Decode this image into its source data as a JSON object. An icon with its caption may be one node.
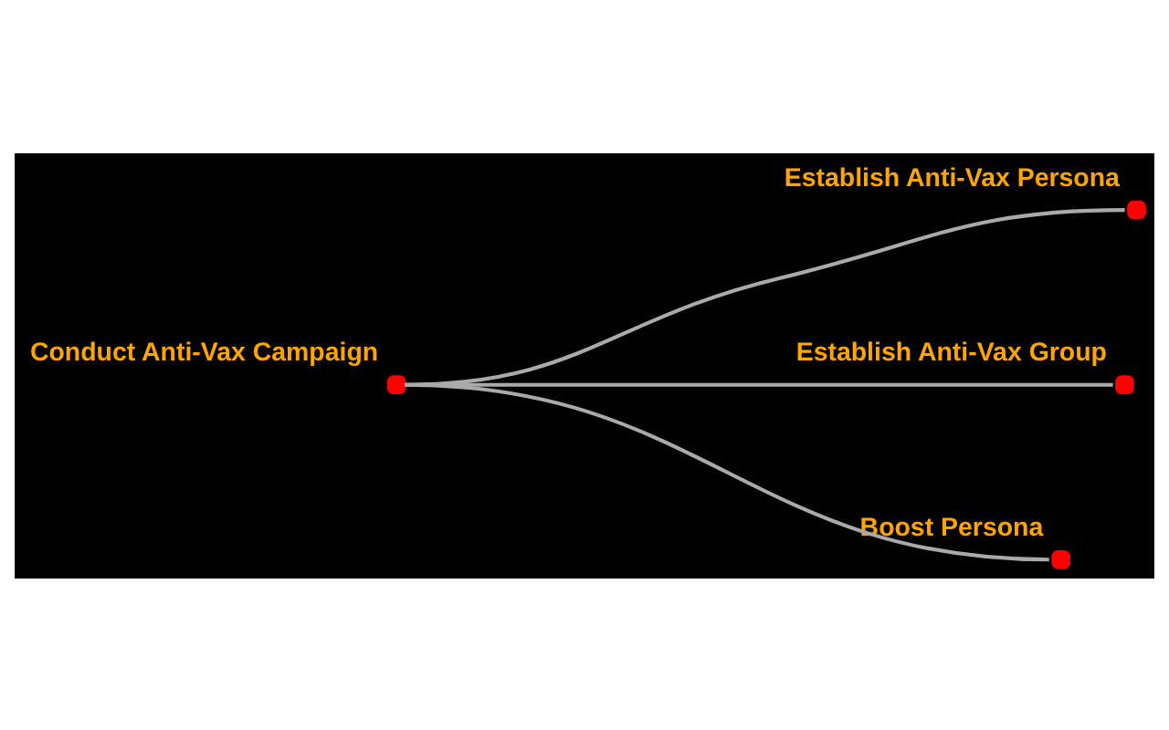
{
  "diagram": {
    "nodes": [
      {
        "text": [
          "Conduct Anti-Vax Campaign"
        ]
      },
      {
        "text": [
          "Establish Anti-Vax Persona"
        ]
      },
      {
        "text": [
          "Establish Anti-Vax Group"
        ]
      },
      {
        "text": [
          "Boost Persona"
        ]
      }
    ],
    "edges": [
      {
        "from": 0,
        "to": 1,
        "arrow": "none"
      },
      {
        "from": 0,
        "to": 2,
        "arrow": "none"
      },
      {
        "from": 0,
        "to": 3,
        "arrow": "none"
      }
    ]
  }
}
